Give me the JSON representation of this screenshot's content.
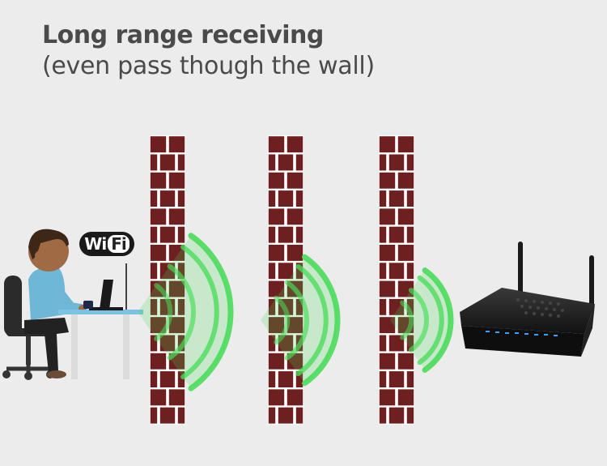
{
  "heading": {
    "title": "Long range receiving",
    "subtitle": "(even pass though the wall)"
  },
  "badge": {
    "wifi_left": "Wi",
    "wifi_right": "Fi"
  },
  "colors": {
    "background": "#ececec",
    "brick": "#6e1f1f",
    "mortar": "#ffffff",
    "signal": "#4bdc5a",
    "router": "#1e1e1e",
    "router_leds": "#3aa0ff"
  },
  "icons": [
    "person-at-desk-icon",
    "laptop-icon",
    "wifi-badge-icon",
    "brick-wall-icon",
    "signal-wave-icon",
    "router-icon"
  ]
}
